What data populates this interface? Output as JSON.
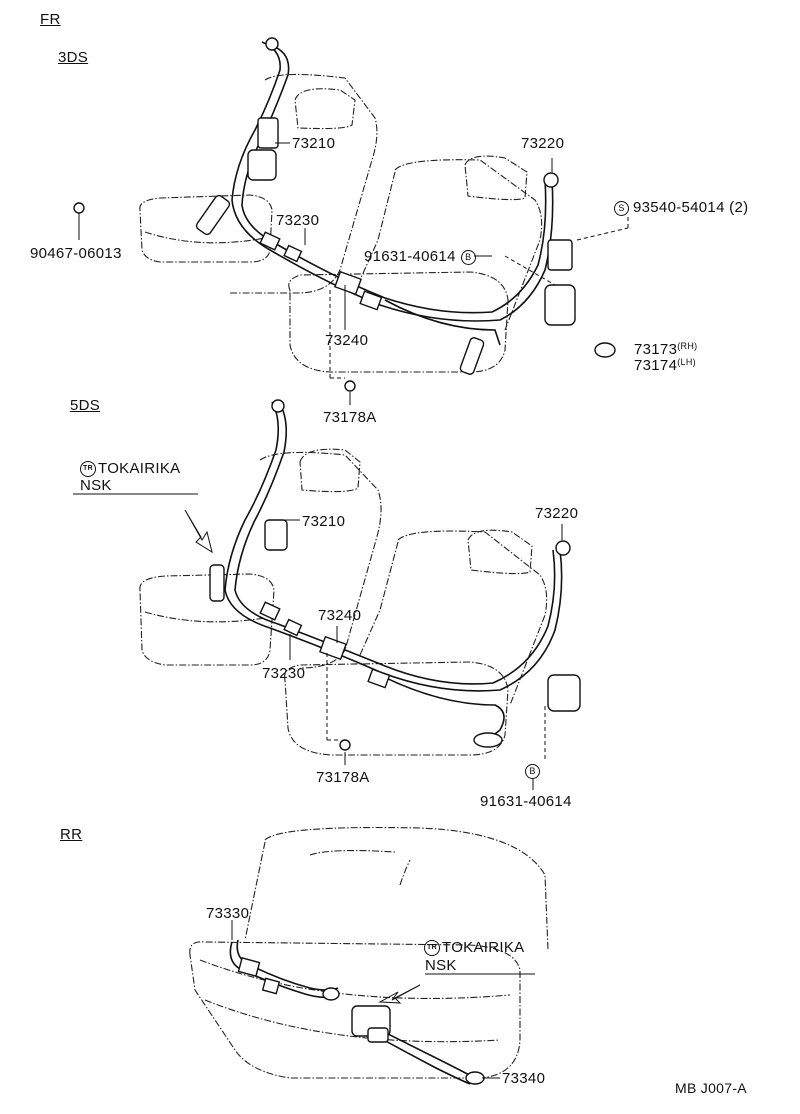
{
  "sections": {
    "fr": "FR",
    "ds3": "3DS",
    "ds5": "5DS",
    "rr": "RR"
  },
  "labels": {
    "p73210_a": "73210",
    "p73220_a": "73220",
    "p93540": "93540-54014 (2)",
    "p90467": "90467-06013",
    "p73230_a": "73230",
    "p91631_a": "91631-40614",
    "p73240_a": "73240",
    "p73173": "73173",
    "p73173_sub": "(RH)",
    "p73174": "73174",
    "p73174_sub": "(LH)",
    "p73178_a": "73178A",
    "tokai_a": "TOKAIRIKA",
    "nsk_a": "NSK",
    "p73210_b": "73210",
    "p73220_b": "73220",
    "p73240_b": "73240",
    "p73230_b": "73230",
    "p73178_b": "73178A",
    "p91631_b": "91631-40614",
    "p73330": "73330",
    "tokai_b": "TOKAIRIKA",
    "nsk_b": "NSK",
    "p73340": "73340",
    "code": "MB J007-A"
  },
  "markers": {
    "s": "S",
    "b": "B",
    "tk": "TR"
  }
}
